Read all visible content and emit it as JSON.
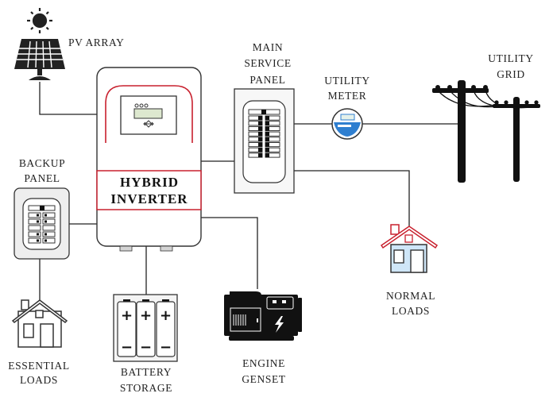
{
  "title": "Hybrid Inverter System Diagram",
  "components": {
    "pv_array": {
      "label": "PV ARRAY"
    },
    "hybrid_inverter": {
      "line1": "HYBRID",
      "line2": "INVERTER"
    },
    "main_service_panel": {
      "line1": "MAIN",
      "line2": "SERVICE",
      "line3": "PANEL"
    },
    "utility_meter": {
      "line1": "UTILITY",
      "line2": "METER"
    },
    "utility_grid": {
      "line1": "UTILITY",
      "line2": "GRID"
    },
    "backup_panel": {
      "line1": "BACKUP",
      "line2": "PANEL"
    },
    "essential_loads": {
      "line1": "ESSENTIAL",
      "line2": "LOADS"
    },
    "battery_storage": {
      "line1": "BATTERY",
      "line2": "STORAGE",
      "plus": "+",
      "minus": "−"
    },
    "engine_genset": {
      "line1": "ENGINE",
      "line2": "GENSET"
    },
    "normal_loads": {
      "line1": "NORMAL",
      "line2": "LOADS"
    }
  },
  "colors": {
    "accent_red": "#c8202e",
    "meter_blue": "#2f7fd0",
    "house_fill": "#cfe6f8",
    "lcd_green": "#dde8cf"
  }
}
